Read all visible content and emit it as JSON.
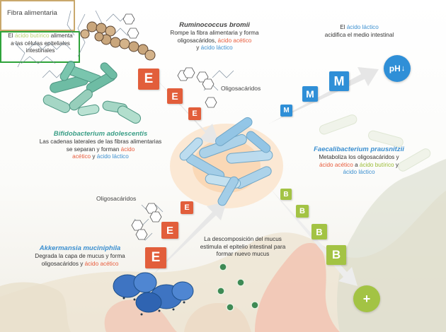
{
  "fibra_label": "Fibra alimentaria",
  "ruminococcus": {
    "title": "Ruminococcus bromii",
    "line1": "Rompe la fibra alimentaria y forma",
    "line2a": "oligosacáridos, ",
    "line2b": "ácido acético",
    "line3a": "y ",
    "line3b": "ácido láctico"
  },
  "lactico": {
    "line1a": "El ",
    "line1b": "ácido láctico",
    "line2": "acidifica el medio intestinal"
  },
  "ph_label": "pH",
  "oligos_top": "Oligosacáridos",
  "oligos_left": "Oligosacáridos",
  "bifido": {
    "title": "Bifidobacterium adolescentis",
    "line1": "Las cadenas laterales de las fibras alimentarias",
    "line2a": "se separan y forman ",
    "line2b": "ácido",
    "line3a": "acético",
    "line3b": " y ",
    "line3c": "ácido láctico"
  },
  "faecali": {
    "title": "Faecalibacterium prausnitzii",
    "line1": "Metaboliza los oligosacáridos y",
    "line2a": "ácido acético",
    "line2b": " a ",
    "line2c": "ácido butírico",
    "line2d": " y",
    "line3": "ácido láctico"
  },
  "butirico": {
    "line1a": "El ",
    "line1b": "ácido butírico",
    "line1c": " alimenta",
    "line2": "a las células epiteliales",
    "line3": "intestinales"
  },
  "mucus": {
    "line1": "La descomposición del mucus",
    "line2": "estimula el epitelio intestinal para",
    "line3": "formar nuevo mucus"
  },
  "akkermansia": {
    "title": "Akkermansia muciniphila",
    "line1": "Degrada la capa de mucus y forma",
    "line2a": "oligosacáridos",
    "line2b": " y ",
    "line2c": "ácido acético"
  },
  "markers": {
    "E": "E",
    "M": "M",
    "B": "B",
    "plus": "+"
  }
}
